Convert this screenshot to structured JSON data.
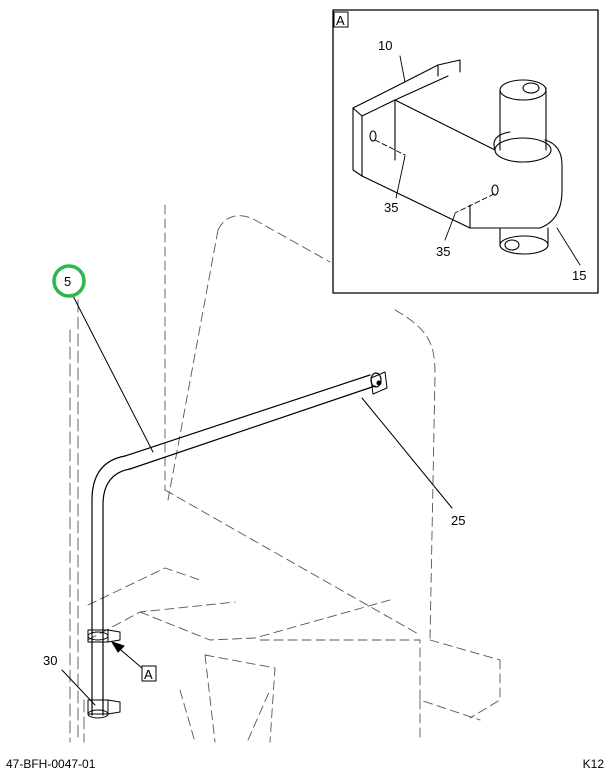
{
  "callouts": {
    "c5": "5",
    "c10": "10",
    "c35a": "35",
    "c35b": "35",
    "c15": "15",
    "c25": "25",
    "c30": "30"
  },
  "detail_ref": {
    "inset": "A",
    "main": "A"
  },
  "footer": {
    "drawing_number": "47-BFH-0047-01",
    "sheet": "K12"
  },
  "highlight_color": "#2db84a"
}
